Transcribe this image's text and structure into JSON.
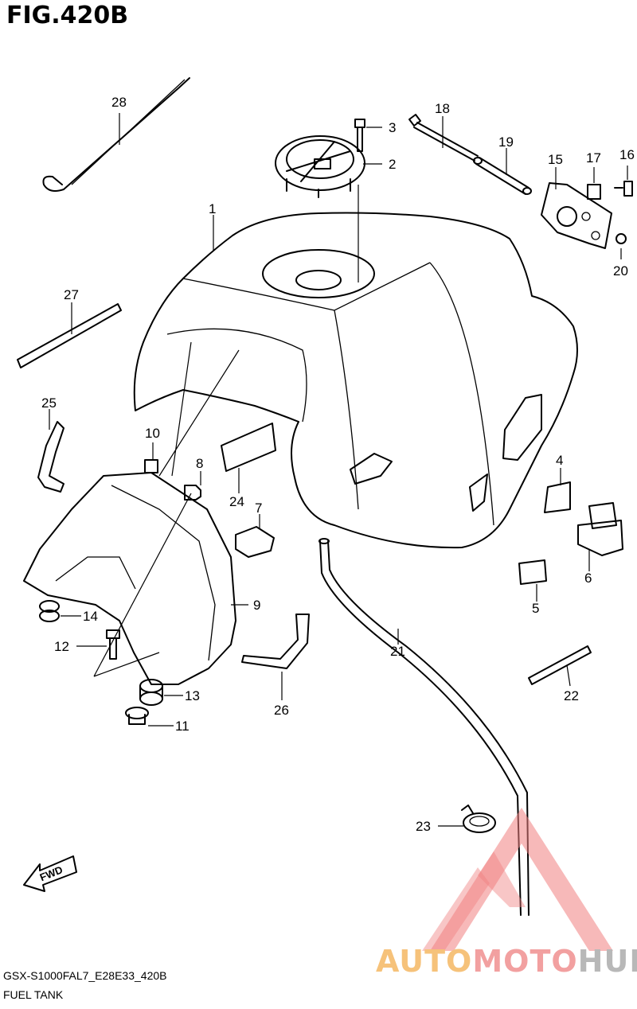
{
  "figure": {
    "title": "FIG.420B"
  },
  "footer": {
    "model_code": "GSX-S1000FAL7_E28E33_420B",
    "name": "FUEL TANK"
  },
  "fwd_label": "FWD",
  "callouts": [
    "1",
    "2",
    "3",
    "4",
    "5",
    "6",
    "7",
    "8",
    "9",
    "10",
    "11",
    "12",
    "13",
    "14",
    "15",
    "16",
    "17",
    "18",
    "19",
    "20",
    "21",
    "22",
    "23",
    "24",
    "25",
    "26",
    "27",
    "28"
  ],
  "watermark": {
    "part1": "AUTO",
    "part2": "MOTO",
    "part3": "HUB",
    "colors": {
      "orange": "#f6c27a",
      "red": "#f08080",
      "gray": "#b8b8b8"
    }
  }
}
